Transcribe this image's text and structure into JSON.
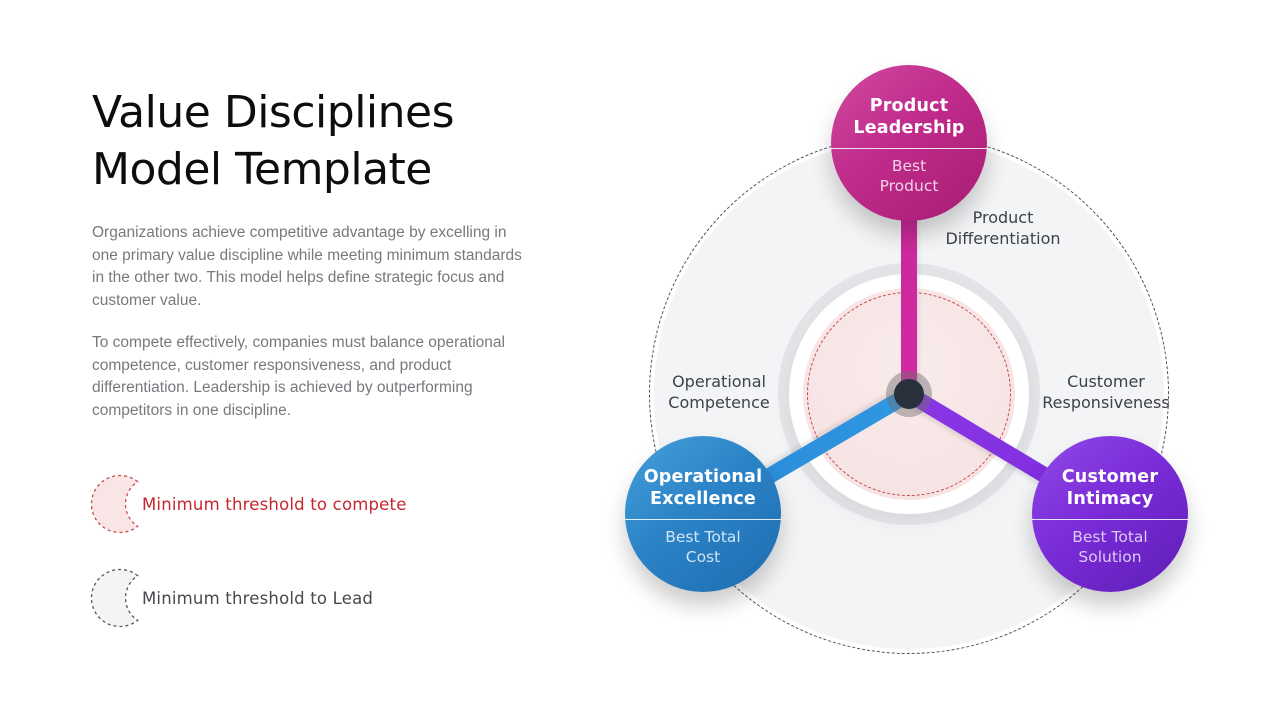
{
  "slide": {
    "title": "Value Disciplines Model Template",
    "paragraphs": {
      "p1": "Organizations achieve competitive advantage by excelling in one primary value discipline while meeting minimum standards in the other two. This model helps define strategic focus and customer value.",
      "p2": "To compete effectively, companies must balance operational competence, customer responsiveness, and product differentiation. Leadership is achieved by outperforming competitors in one discipline."
    },
    "legend": {
      "compete": {
        "label": "Minimum threshold to compete",
        "fill": "#fae5e6",
        "stroke": "#c94a4a",
        "text_color": "#c5262f"
      },
      "lead": {
        "label": "Minimum threshold to Lead",
        "fill": "#f3f4f5",
        "stroke": "#54575b",
        "text_color": "#46494d"
      }
    }
  },
  "diagram": {
    "axis_labels": {
      "product_differentiation": "Product\nDifferentiation",
      "operational_competence": "Operational\nCompetence",
      "customer_responsiveness": "Customer\nResponsiveness"
    },
    "nodes": {
      "product_leadership": {
        "title": "Product\nLeadership",
        "subtitle": "Best\nProduct",
        "color": "#c02b8c",
        "connector_color": "#d428a4"
      },
      "operational_excellence": {
        "title": "Operational\nExcellence",
        "subtitle": "Best Total\nCost",
        "color": "#2b83c6",
        "connector_color": "#2f97e3"
      },
      "customer_intimacy": {
        "title": "Customer\nIntimacy",
        "subtitle": "Best Total\nSolution",
        "color": "#7a2cd8",
        "connector_color": "#8936e7"
      }
    },
    "center": {
      "dot_color": "#29323c",
      "inner_circle_fill": "#f7e3e4",
      "inner_circle_dash": "#c64848",
      "outer_circle_fill": "#f3f4f6"
    }
  }
}
